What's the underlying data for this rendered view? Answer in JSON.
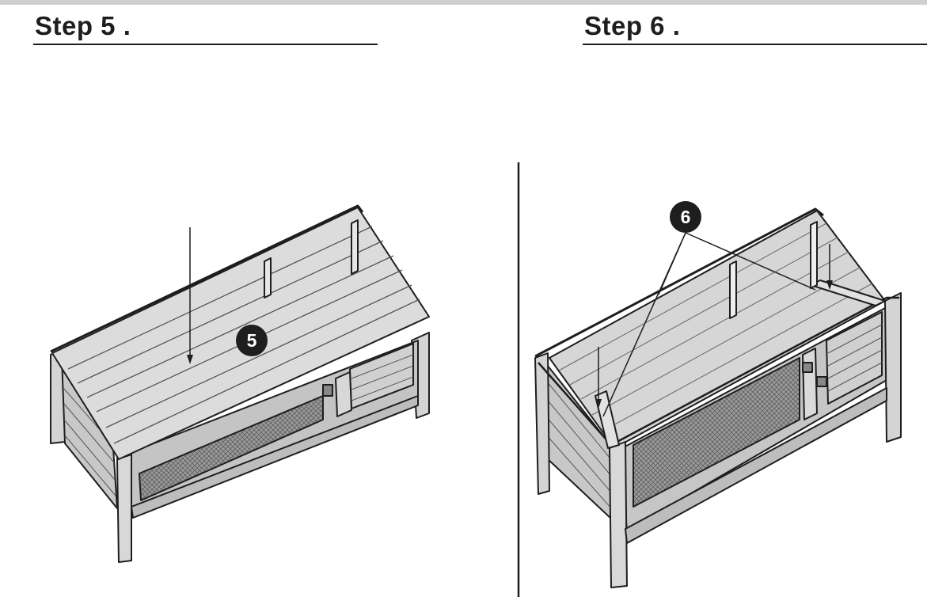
{
  "steps": [
    {
      "title": "Step 5 .",
      "callout": "5"
    },
    {
      "title": "Step 6 .",
      "callout": "6"
    }
  ],
  "colors": {
    "ink": "#1e1e1e",
    "wood": "#cfcfcf",
    "woodDark": "#a8a8a8",
    "mesh": "#8a8a8a"
  }
}
